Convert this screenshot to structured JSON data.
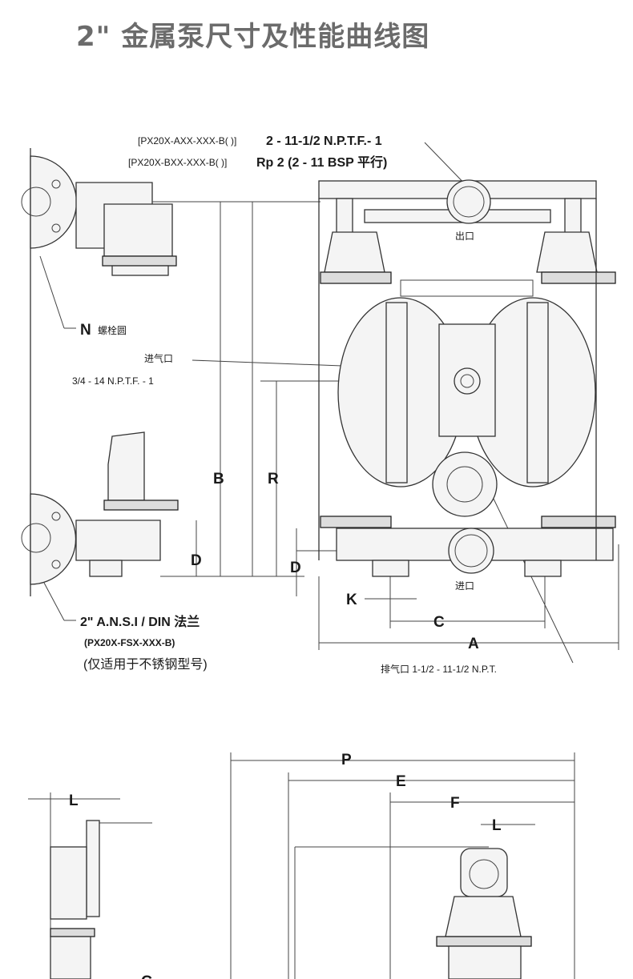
{
  "title": "2\" 金属泵尺寸及性能曲线图",
  "labels": {
    "outlet_model_a": "[PX20X-AXX-XXX-B( )]",
    "outlet_thread_a": "2 - 11-1/2 N.P.T.F.- 1",
    "outlet_model_b": "[PX20X-BXX-XXX-B( )]",
    "outlet_thread_b": "Rp 2 (2 - 11 BSP 平行)",
    "outlet": "出口",
    "inlet": "进口",
    "bolt_circle_letter": "N",
    "bolt_circle": "螺栓圆",
    "air_inlet": "进气口",
    "air_inlet_thread": "3/4 - 14 N.P.T.F. - 1",
    "flange": "2\" A.N.S.I / DIN 法兰",
    "flange_model": "(PX20X-FSX-XXX-B)",
    "flange_note": "(仅适用于不锈钢型号)",
    "exhaust": "排气口 1-1/2 - 11-1/2 N.P.T."
  },
  "dimensions": {
    "A": "A",
    "B": "B",
    "C": "C",
    "D": "D",
    "D2": "D",
    "K": "K",
    "R": "R",
    "P": "P",
    "E": "E",
    "F": "F",
    "L": "L",
    "L2": "L",
    "G": "G"
  }
}
